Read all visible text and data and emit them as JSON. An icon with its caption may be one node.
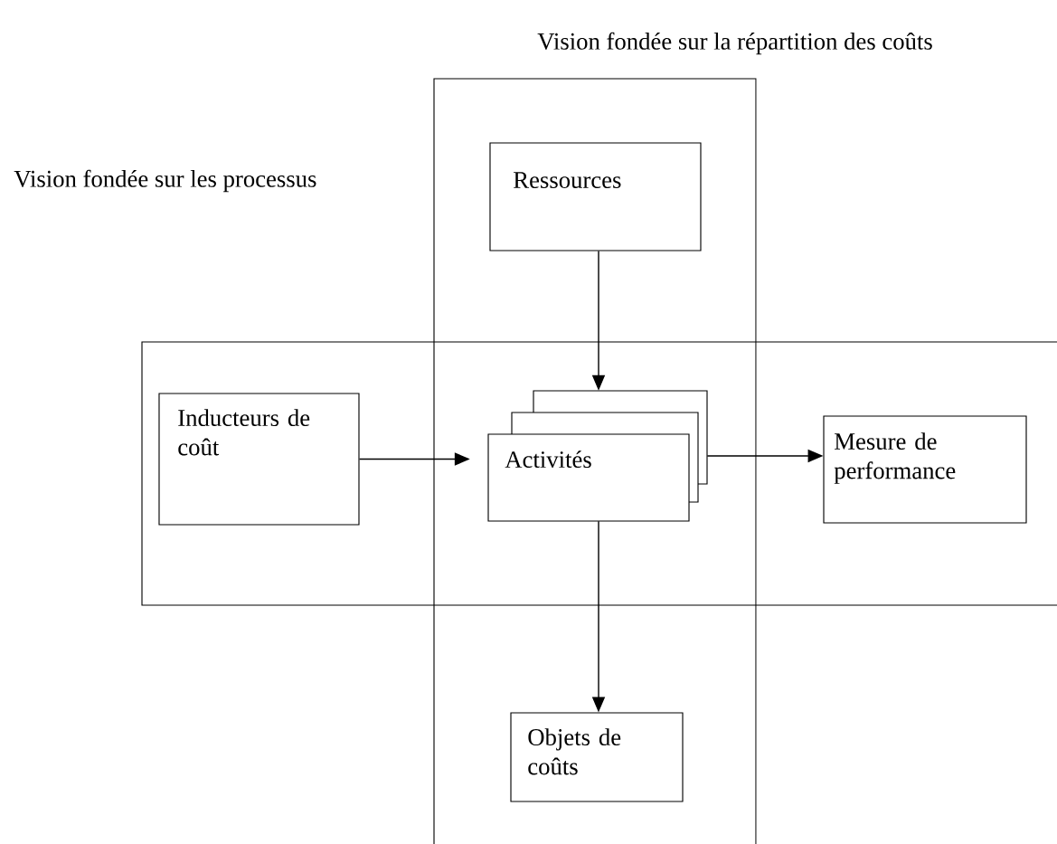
{
  "diagram": {
    "nodes": [
      {
        "text": [],
        "shape": "box"
      },
      {
        "text": [],
        "shape": "box"
      },
      {
        "text": [
          "Ressources"
        ],
        "in": 0
      },
      {
        "text": [
          "Inducteurs de coût"
        ],
        "in": 1
      },
      {
        "text": [
          "Activités"
        ]
      },
      {
        "text": [
          "Mesure de performance"
        ],
        "in": 1
      },
      {
        "text": [
          "Objets de coûts"
        ],
        "in": 0
      }
    ],
    "edges": [
      {
        "from": 2,
        "to": 4,
        "arrow": "to"
      },
      {
        "from": 3,
        "to": 4,
        "arrow": "to"
      },
      {
        "from": 4,
        "to": 5,
        "arrow": "to"
      },
      {
        "from": 4,
        "to": 6,
        "arrow": "to"
      }
    ],
    "labels": [
      "Vision fondée sur la répartition des coûts",
      "Vision fondée sur les processus"
    ]
  }
}
